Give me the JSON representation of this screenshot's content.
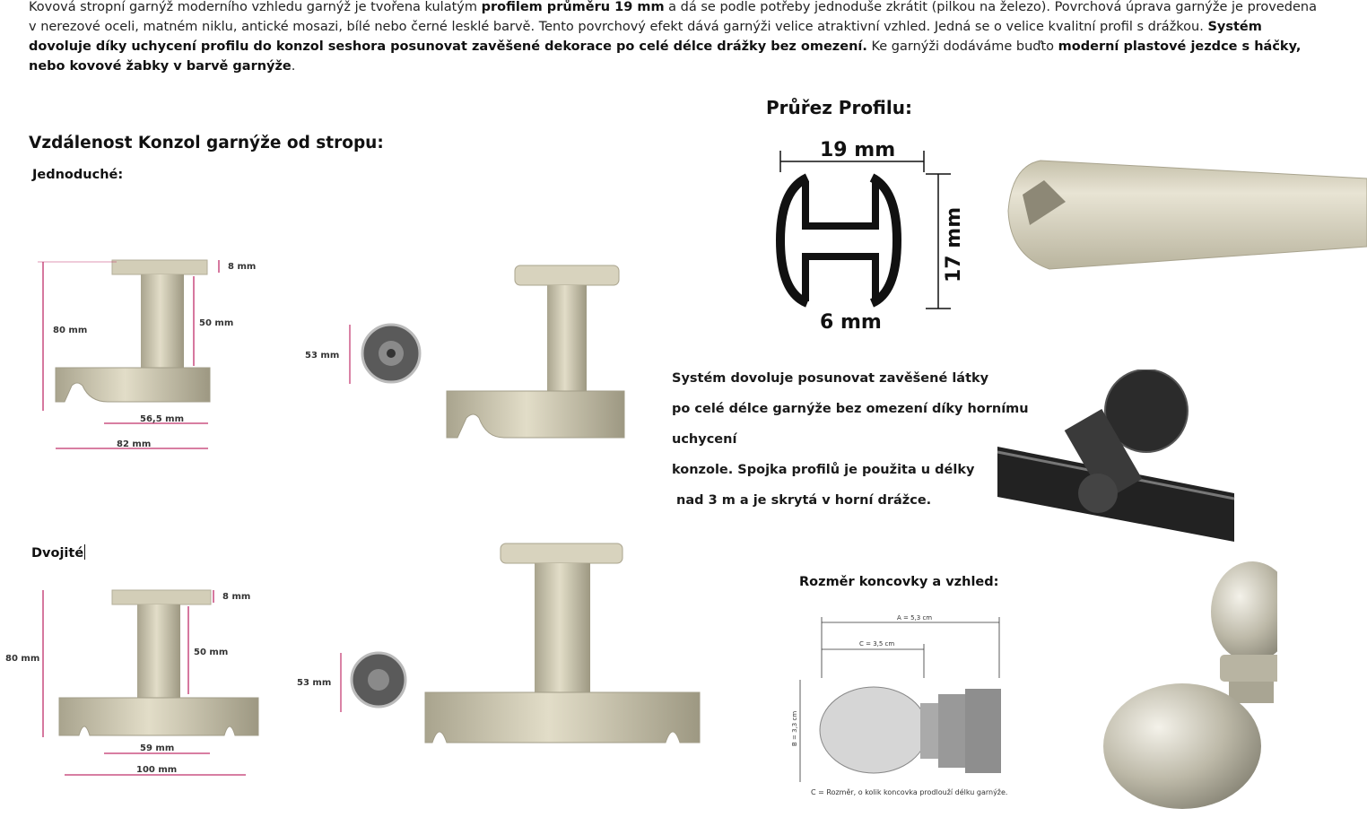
{
  "intro": {
    "t1": "Kovová stropní garnýž moderního vzhledu garnýž je tvořena kulatým ",
    "b1": "profilem průměru 19 mm",
    "t2": " a dá se podle potřeby jednoduše zkrátit (pilkou na železo). Povrchová úprava garnýže je provedena v nerezové oceli, matném niklu, antické mosazi, bílé nebo černé lesklé barvě. Tento povrchový efekt dává garnýži velice atraktivní vzhled. Jedná se o velice kvalitní profil s drážkou. ",
    "b2": "Systém dovoluje díky uchycení profilu do konzol seshora posunovat zavěšené dekorace po celé délce drážky bez omezení.",
    "t3": " Ke garnýži dodáváme buďto ",
    "b3": "moderní plastové jezdce s háčky, nebo kovové žabky v barvě garnýže",
    "t4": "."
  },
  "headings": {
    "distance": "Vzdálenost Konzol garnýže od stropu:",
    "single": "Jednoduché:",
    "double": "Dvojité",
    "profile": "Průřez Profilu:",
    "finial": "Rozměr koncovky a vzhled:"
  },
  "description": [
    "Systém dovoluje posunovat zavěšené látky",
    "po celé délce garnýže bez omezení díky hornímu uchycení",
    "konzole. Spojka profilů je použita u délky",
    " nad 3 m a je skrytá v horní drážce."
  ],
  "single_dims": {
    "top": "8 mm",
    "height": "80 mm",
    "stem": "50 mm",
    "inner": "56,5 mm",
    "outer": "82 mm",
    "disc": "53 mm"
  },
  "double_dims": {
    "top": "8 mm",
    "height": "80 mm",
    "stem": "50 mm",
    "inner": "59 mm",
    "outer": "100 mm",
    "disc": "53 mm"
  },
  "profile_dims": {
    "width": "19 mm",
    "height": "17 mm",
    "slot": "6 mm"
  },
  "finial_dims": {
    "a": "A = 5,3 cm",
    "c": "C = 3,5 cm",
    "b": "B = 3,3 cm",
    "note": "C = Rozměr, o kolik koncovka prodlouží délku garnýže."
  },
  "colors": {
    "metal": "#c9c4ae",
    "dim_line": "#c0306b",
    "black": "#111111"
  }
}
